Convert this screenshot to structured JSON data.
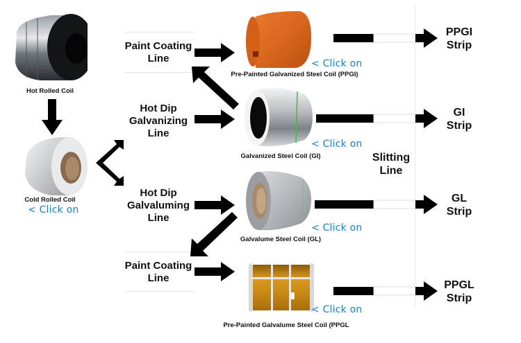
{
  "diagram": {
    "source": {
      "hot_rolled": {
        "caption": "Hot Rolled Coil"
      },
      "cold_rolled": {
        "caption": "Cold Rolled Coil",
        "link": "< Click on"
      }
    },
    "processes": [
      {
        "id": "paint-coating-1",
        "label_line1": "Paint Coating",
        "label_line2": "Line"
      },
      {
        "id": "hot-dip-galvanizing",
        "label_line1": "Hot Dip",
        "label_line2": "Galvanizing",
        "label_line3": "Line"
      },
      {
        "id": "hot-dip-galvaluming",
        "label_line1": "Hot Dip",
        "label_line2": "Galvaluming",
        "label_line3": "Line"
      },
      {
        "id": "paint-coating-2",
        "label_line1": "Paint Coating",
        "label_line2": "Line"
      }
    ],
    "products": [
      {
        "id": "ppgi",
        "caption": "Pre-Painted Galvanized Steel Coil (PPGI)",
        "link": "< Click on",
        "color": "#d9661c"
      },
      {
        "id": "gi",
        "caption": "Galvanized Steel Coil (GI)",
        "link": "< Click on",
        "color": "#c8ccd0"
      },
      {
        "id": "gl",
        "caption": "Galvalume Steel Coil (GL)",
        "link": "< Click on",
        "color": "#bfc3c6"
      },
      {
        "id": "ppgl",
        "caption": "Pre-Painted Galvalume Steel Coil (PPGL",
        "link": "< Click on",
        "color": "#c98a14"
      }
    ],
    "slitting": {
      "line1": "Slitting",
      "line2": "Line"
    },
    "strips": [
      {
        "id": "ppgi",
        "line1": "PPGI",
        "line2": "Strip"
      },
      {
        "id": "gi",
        "line1": "GI",
        "line2": "Strip"
      },
      {
        "id": "gl",
        "line1": "GL",
        "line2": "Strip"
      },
      {
        "id": "ppgl",
        "line1": "PPGL",
        "line2": "Strip"
      }
    ],
    "colors": {
      "arrow": "#000000",
      "link": "#1a7fd0",
      "divider": "#e4e4e4"
    }
  }
}
